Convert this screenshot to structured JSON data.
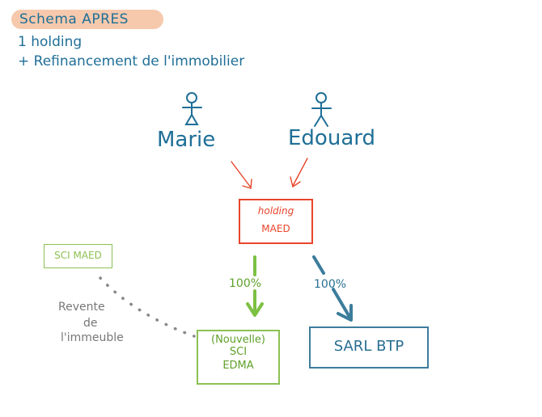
{
  "header": {
    "title": "Schema APRES",
    "subtitle_line1": "1 holding",
    "subtitle_line2": "+ Refinancement de l'immobilier"
  },
  "people": [
    {
      "name": "Marie"
    },
    {
      "name": "Edouard"
    }
  ],
  "boxes": {
    "holding": {
      "line1": "holding",
      "line2": "MAED"
    },
    "sci_maed": {
      "label": "SCI MAED"
    },
    "sci_edma": {
      "line1": "(Nouvelle)",
      "line2": "SCI",
      "line3": "EDMA"
    },
    "sarl": {
      "label": "SARL BTP"
    }
  },
  "labels": {
    "holding_to_sci": "100%",
    "holding_to_sarl": "100%",
    "revente_line1": "Revente",
    "revente_line2": "de",
    "revente_line3": "l'immeuble"
  },
  "colors": {
    "blue": "#1f6f97",
    "red": "#e8452a",
    "green": "#8cc152",
    "gray": "#888888",
    "highlight": "#f6c9ad"
  }
}
